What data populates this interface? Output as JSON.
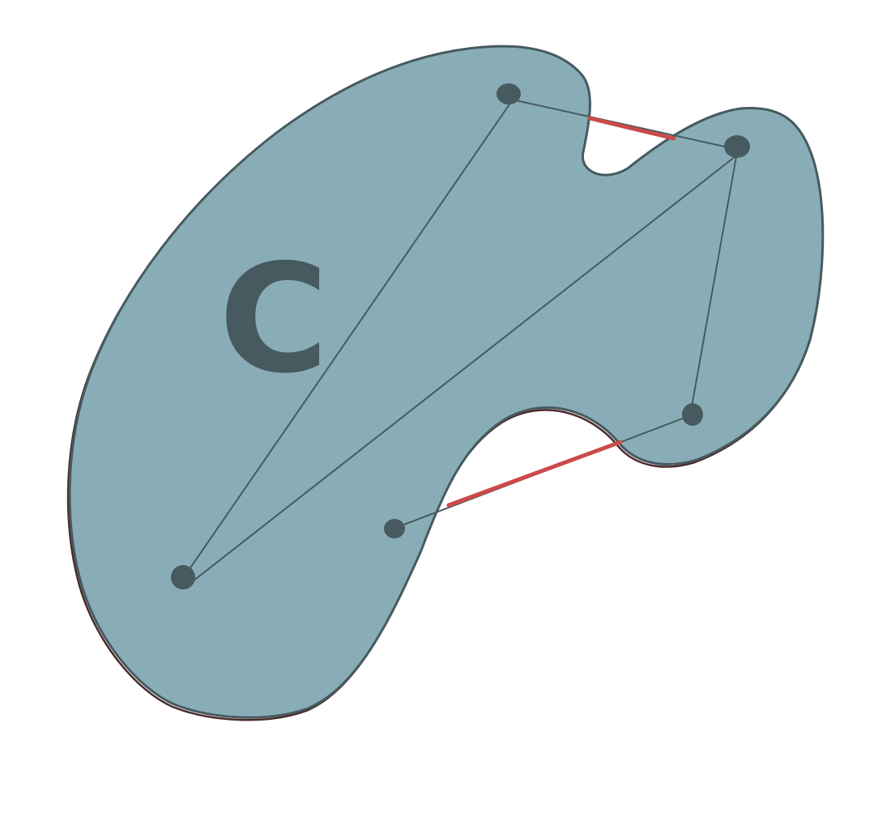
{
  "diagram": {
    "region_label": "C",
    "colors": {
      "region_fill": "#89adb7",
      "region_outline": "#465a5f",
      "outline_shadow": "#4a2a2a",
      "node": "#465a5f",
      "edge": "#465a5f",
      "highlight": "#cc4a4a",
      "background": "#ffffff"
    },
    "nodes": [
      "top-center",
      "top-right",
      "bottom-left",
      "middle-right",
      "middle-bottom"
    ],
    "edges": [
      [
        "top-center",
        "top-right"
      ],
      [
        "top-center",
        "bottom-left"
      ],
      [
        "top-right",
        "bottom-left"
      ],
      [
        "top-right",
        "middle-right"
      ],
      [
        "middle-right",
        "middle-bottom"
      ]
    ],
    "highlighted_edge_segments": [
      [
        "top-center",
        "top-right"
      ],
      [
        "middle-right",
        "middle-bottom"
      ]
    ]
  }
}
